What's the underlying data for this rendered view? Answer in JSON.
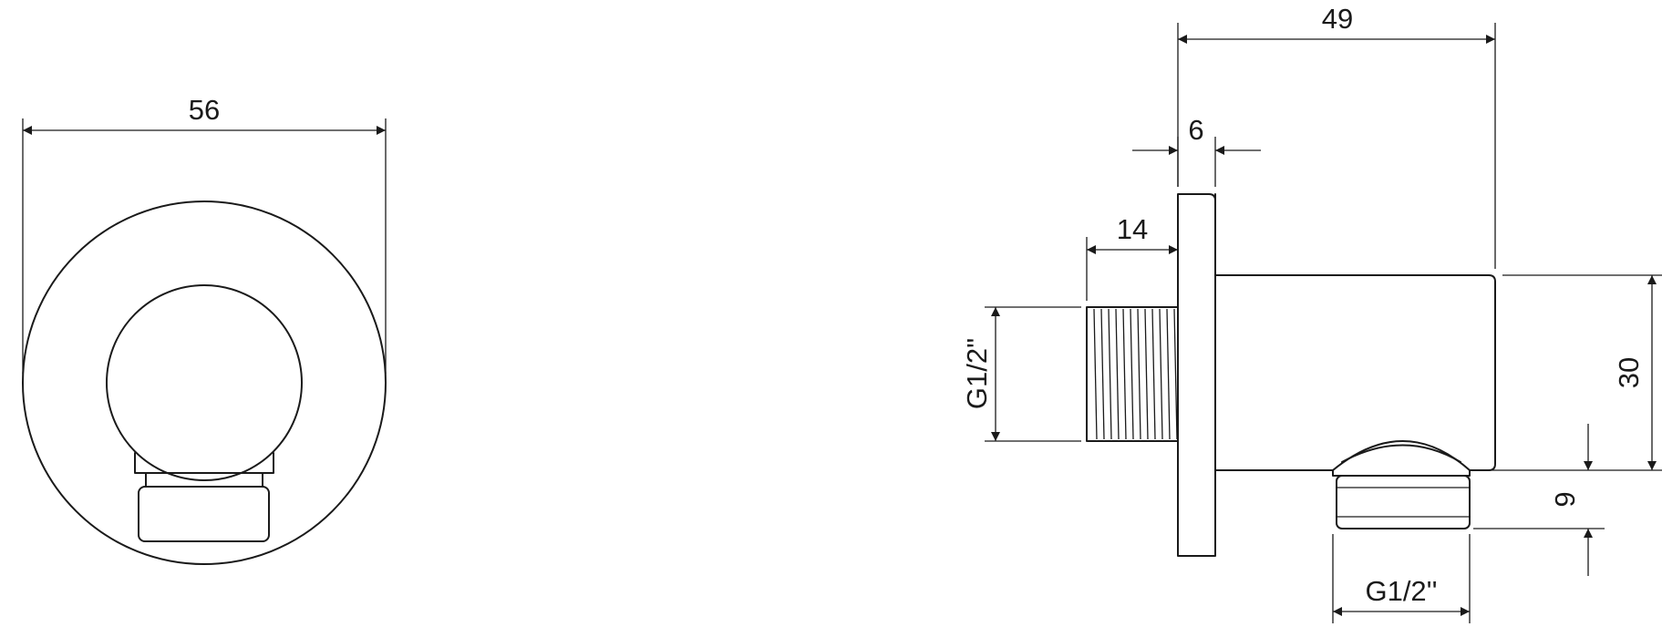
{
  "drawing": {
    "front_view": {
      "width_label": "56"
    },
    "side_view": {
      "overall_depth_label": "49",
      "plate_thickness_label": "6",
      "thread_length_label": "14",
      "inlet_thread_label": "G1/2\"",
      "body_height_label": "30",
      "outlet_height_label": "9",
      "outlet_thread_label": "G1/2''"
    }
  }
}
